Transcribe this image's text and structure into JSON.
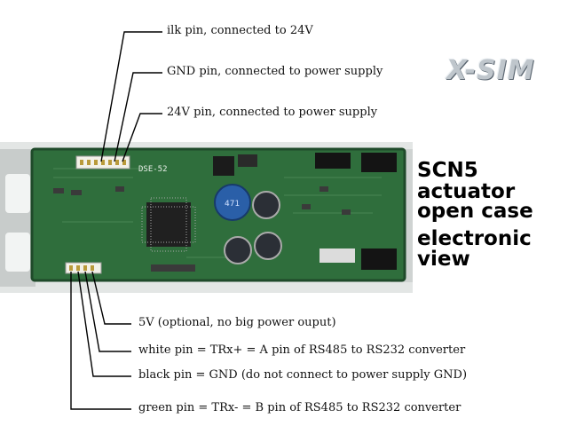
{
  "logo": {
    "text": "X-SIM"
  },
  "board": {
    "silkscreen": "DSE-52"
  },
  "title": {
    "lines": [
      "SCN5",
      "actuator",
      "open case",
      "electronic",
      "view"
    ]
  },
  "callouts_top": [
    "ilk pin, connected to 24V",
    "GND pin, connected to power supply",
    "24V pin, connected to power supply"
  ],
  "callouts_bottom": [
    "5V (optional, no big power ouput)",
    "white pin = TRx+ = A pin of RS485 to RS232 converter",
    "black pin = GND (do not connect to power supply GND)",
    "green pin = TRx- = B pin of RS485 to RS232 converter"
  ],
  "colors": {
    "pcb": "#2f6e3c",
    "pcb_dark": "#1f4a2a",
    "case": "#dfe3e2",
    "capacitor_blue": "#2a5fa8",
    "line": "#000000"
  }
}
